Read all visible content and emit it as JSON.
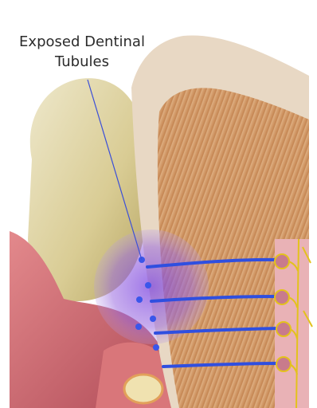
{
  "label": {
    "line1": "Exposed Dentinal",
    "line2": "Tubules"
  },
  "colors": {
    "background": "#ffffff",
    "enamel": "#e7dfc0",
    "gum": "#c9646a",
    "dentin_canvas": "#d49a67",
    "tubule": "#2f4fe0",
    "highlight": "#8a55d8",
    "nerve": "#e3c21c",
    "cell": "#c87b8c"
  },
  "icons": [
    "tooth-illustration",
    "nerve-cell-icon"
  ]
}
